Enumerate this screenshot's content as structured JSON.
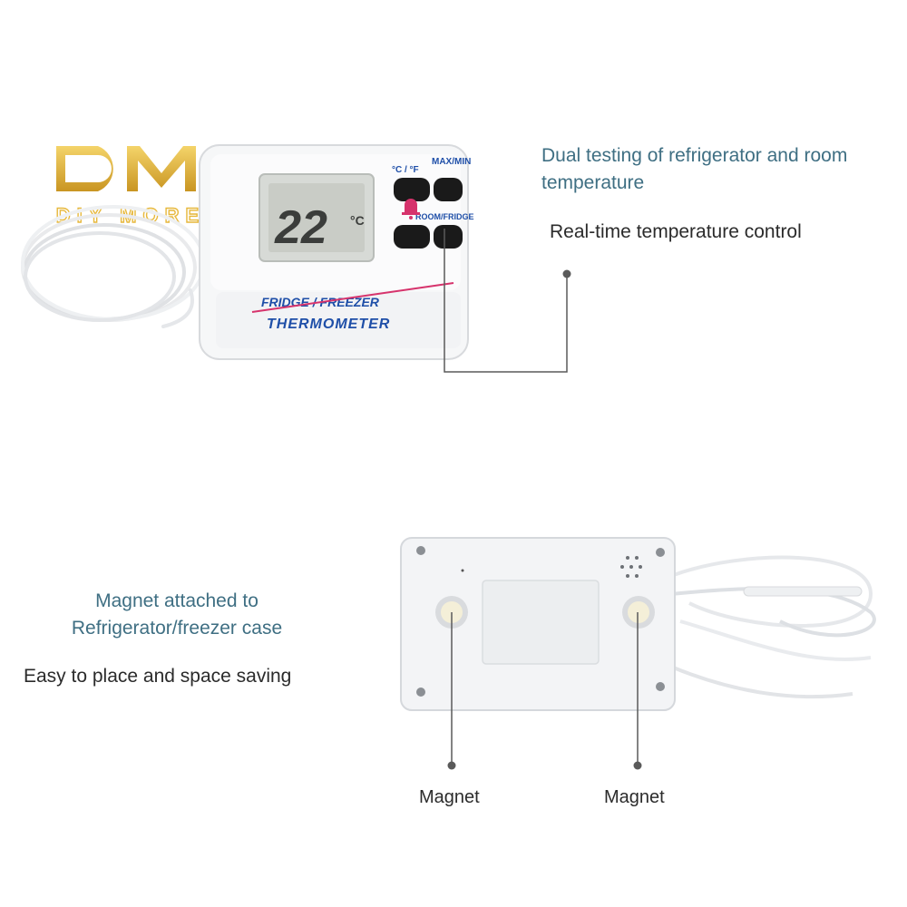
{
  "brand": {
    "logo_text": "DM",
    "tagline": "DIY MORE",
    "gold": "#e7b83c"
  },
  "device_front": {
    "reading": "22",
    "button_labels": {
      "top_left": "°C / °F",
      "top_right": "MAX/MIN",
      "bottom_right": "ROOM/FRIDGE"
    },
    "bell_icon": "alarm-bell-icon",
    "title_line1": "FRIDGE / FREEZER",
    "title_line2": "THERMOMETER",
    "accent_pink": "#d6336c",
    "accent_blue": "#1f4fa8"
  },
  "features_top": {
    "headline_line1": "Dual testing of refrigerator and room",
    "headline_line2": "temperature",
    "subline": "Real-time temperature control"
  },
  "features_bottom": {
    "headline_line1": "Magnet attached to",
    "headline_line2": "Refrigerator/freezer case",
    "subline": "Easy to place and space saving"
  },
  "callouts": {
    "magnet_left": "Magnet",
    "magnet_right": "Magnet"
  },
  "colors": {
    "headline": "#3f6f83",
    "body_text": "#2b2b2b",
    "leader_line": "#5a5a5a"
  }
}
